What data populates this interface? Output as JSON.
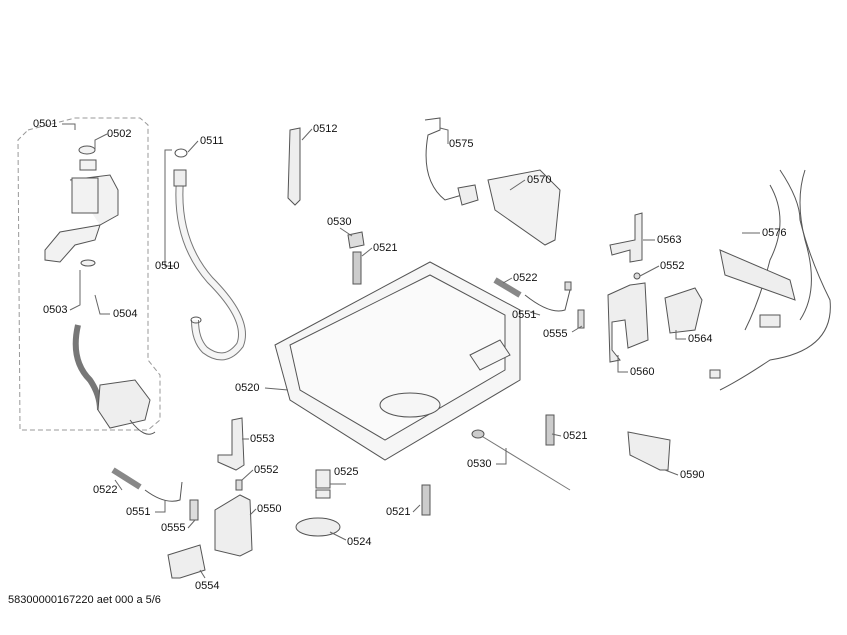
{
  "labels": [
    "0501",
    "0502",
    "0503",
    "0504",
    "0511",
    "0510",
    "0512",
    "0575",
    "0570",
    "0530",
    "0521",
    "0563",
    "0552",
    "0576",
    "0522",
    "0551",
    "0555",
    "0564",
    "0520",
    "0560",
    "0553",
    "0521",
    "0530",
    "0552",
    "0525",
    "0590",
    "0522",
    "0551",
    "0550",
    "0521",
    "0555",
    "0524",
    "0554"
  ],
  "footer": "58300000167220 aet 000 a 5/6",
  "colors": {
    "line": "#555555",
    "fill": "#f2f2f2",
    "text": "#111111"
  }
}
